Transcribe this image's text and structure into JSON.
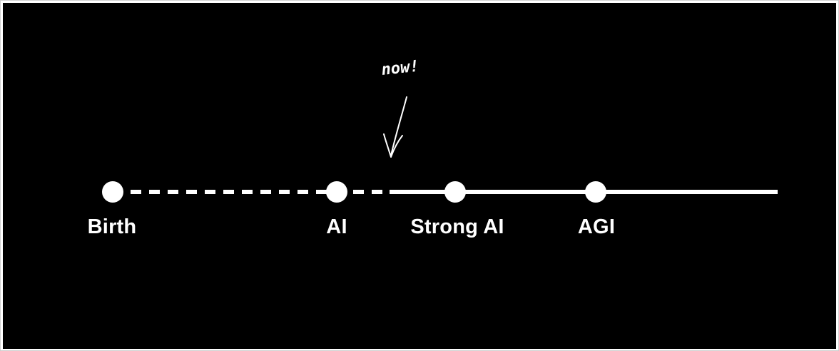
{
  "annotation": {
    "text": "now!"
  },
  "milestones": [
    {
      "label": "Birth"
    },
    {
      "label": "AI"
    },
    {
      "label": "Strong AI"
    },
    {
      "label": "AGI"
    }
  ],
  "colors": {
    "background": "#000000",
    "foreground": "#ffffff"
  },
  "line_segments": {
    "past": "dashed",
    "future": "solid"
  }
}
